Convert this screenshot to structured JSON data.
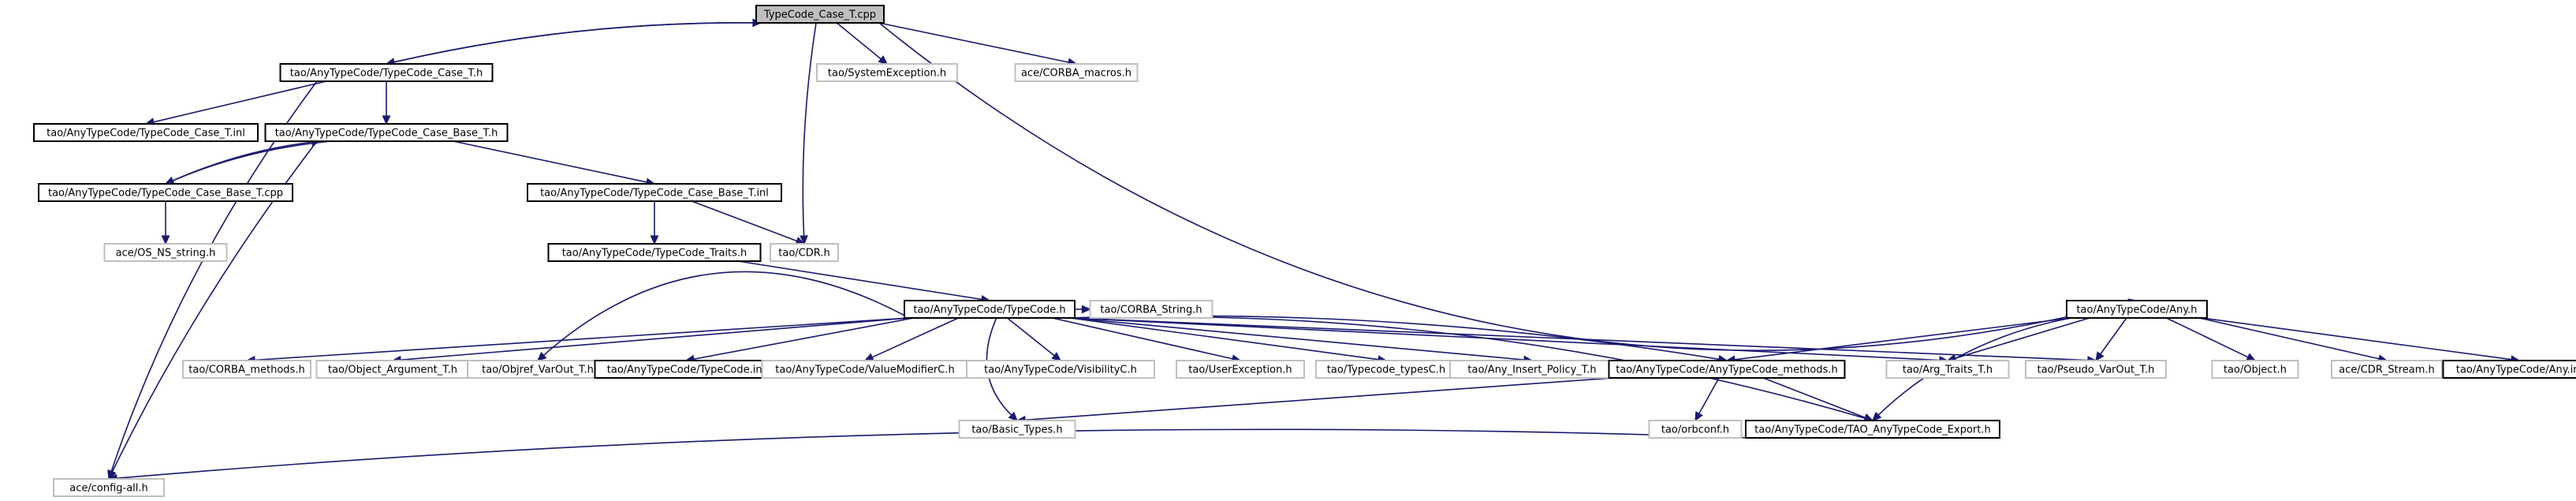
{
  "colors": {
    "edge": "#191970",
    "node_border_documented": "#000000",
    "node_border_undocumented": "#bfbfbf",
    "root_fill": "#bfbfbf",
    "node_fill": "#ffffff"
  },
  "nodes": [
    {
      "id": "root",
      "label": "TypeCode_Case_T.cpp",
      "style": "root"
    },
    {
      "id": "case_h",
      "label": "tao/AnyTypeCode/TypeCode_Case_T.h",
      "style": "documented"
    },
    {
      "id": "sysexc",
      "label": "tao/SystemException.h",
      "style": "undocumented"
    },
    {
      "id": "corbamac",
      "label": "ace/CORBA_macros.h",
      "style": "undocumented"
    },
    {
      "id": "case_inl",
      "label": "tao/AnyTypeCode/TypeCode_Case_T.inl",
      "style": "documented"
    },
    {
      "id": "cbase_h",
      "label": "tao/AnyTypeCode/TypeCode_Case_Base_T.h",
      "style": "documented"
    },
    {
      "id": "cbase_cpp",
      "label": "tao/AnyTypeCode/TypeCode_Case_Base_T.cpp",
      "style": "documented"
    },
    {
      "id": "cbase_inl",
      "label": "tao/AnyTypeCode/TypeCode_Case_Base_T.inl",
      "style": "documented"
    },
    {
      "id": "osns",
      "label": "ace/OS_NS_string.h",
      "style": "undocumented"
    },
    {
      "id": "traits",
      "label": "tao/AnyTypeCode/TypeCode_Traits.h",
      "style": "documented"
    },
    {
      "id": "cdr",
      "label": "tao/CDR.h",
      "style": "undocumented"
    },
    {
      "id": "cstring",
      "label": "tao/CORBA_String.h",
      "style": "undocumented"
    },
    {
      "id": "typecode",
      "label": "tao/AnyTypeCode/TypeCode.h",
      "style": "documented"
    },
    {
      "id": "any_h",
      "label": "tao/AnyTypeCode/Any.h",
      "style": "documented"
    },
    {
      "id": "cmethods",
      "label": "tao/CORBA_methods.h",
      "style": "undocumented"
    },
    {
      "id": "objarg",
      "label": "tao/Object_Argument_T.h",
      "style": "undocumented"
    },
    {
      "id": "objvar",
      "label": "tao/Objref_VarOut_T.h",
      "style": "undocumented"
    },
    {
      "id": "tc_inl",
      "label": "tao/AnyTypeCode/TypeCode.inl",
      "style": "documented"
    },
    {
      "id": "valmod",
      "label": "tao/AnyTypeCode/ValueModifierC.h",
      "style": "undocumented"
    },
    {
      "id": "visib",
      "label": "tao/AnyTypeCode/VisibilityC.h",
      "style": "undocumented"
    },
    {
      "id": "userexc",
      "label": "tao/UserException.h",
      "style": "undocumented"
    },
    {
      "id": "tctypes",
      "label": "tao/Typecode_typesC.h",
      "style": "undocumented"
    },
    {
      "id": "anyins",
      "label": "tao/Any_Insert_Policy_T.h",
      "style": "undocumented"
    },
    {
      "id": "methods",
      "label": "tao/AnyTypeCode/AnyTypeCode_methods.h",
      "style": "documented"
    },
    {
      "id": "argtraits",
      "label": "tao/Arg_Traits_T.h",
      "style": "undocumented"
    },
    {
      "id": "pseudo",
      "label": "tao/Pseudo_VarOut_T.h",
      "style": "undocumented"
    },
    {
      "id": "object",
      "label": "tao/Object.h",
      "style": "undocumented"
    },
    {
      "id": "cdrstream",
      "label": "ace/CDR_Stream.h",
      "style": "undocumented"
    },
    {
      "id": "any_inl",
      "label": "tao/AnyTypeCode/Any.inl",
      "style": "documented"
    },
    {
      "id": "basic",
      "label": "tao/Basic_Types.h",
      "style": "undocumented"
    },
    {
      "id": "orbconf",
      "label": "tao/orbconf.h",
      "style": "undocumented"
    },
    {
      "id": "export",
      "label": "tao/AnyTypeCode/TAO_AnyTypeCode_Export.h",
      "style": "documented"
    },
    {
      "id": "config",
      "label": "ace/config-all.h",
      "style": "undocumented"
    }
  ],
  "edges": [
    [
      "root",
      "case_h"
    ],
    [
      "root",
      "sysexc"
    ],
    [
      "root",
      "corbamac"
    ],
    [
      "root",
      "cdr"
    ],
    [
      "root",
      "any_h"
    ],
    [
      "case_h",
      "root"
    ],
    [
      "case_h",
      "case_inl"
    ],
    [
      "case_h",
      "cbase_h"
    ],
    [
      "case_h",
      "config"
    ],
    [
      "cbase_h",
      "cbase_cpp"
    ],
    [
      "cbase_h",
      "cbase_inl"
    ],
    [
      "cbase_h",
      "config"
    ],
    [
      "cbase_cpp",
      "cbase_h"
    ],
    [
      "cbase_cpp",
      "osns"
    ],
    [
      "cbase_inl",
      "traits"
    ],
    [
      "cbase_inl",
      "cdr"
    ],
    [
      "traits",
      "typecode"
    ],
    [
      "typecode",
      "cstring"
    ],
    [
      "typecode",
      "cmethods"
    ],
    [
      "typecode",
      "objarg"
    ],
    [
      "typecode",
      "objvar"
    ],
    [
      "typecode",
      "tc_inl"
    ],
    [
      "typecode",
      "valmod"
    ],
    [
      "typecode",
      "visib"
    ],
    [
      "typecode",
      "userexc"
    ],
    [
      "typecode",
      "tctypes"
    ],
    [
      "typecode",
      "anyins"
    ],
    [
      "typecode",
      "methods"
    ],
    [
      "typecode",
      "argtraits"
    ],
    [
      "typecode",
      "pseudo"
    ],
    [
      "typecode",
      "export"
    ],
    [
      "typecode",
      "basic"
    ],
    [
      "any_h",
      "methods"
    ],
    [
      "any_h",
      "argtraits"
    ],
    [
      "any_h",
      "pseudo"
    ],
    [
      "any_h",
      "object"
    ],
    [
      "any_h",
      "cdrstream"
    ],
    [
      "any_h",
      "any_inl"
    ],
    [
      "any_h",
      "export"
    ],
    [
      "methods",
      "basic"
    ],
    [
      "methods",
      "orbconf"
    ],
    [
      "methods",
      "export"
    ],
    [
      "export",
      "config"
    ]
  ]
}
